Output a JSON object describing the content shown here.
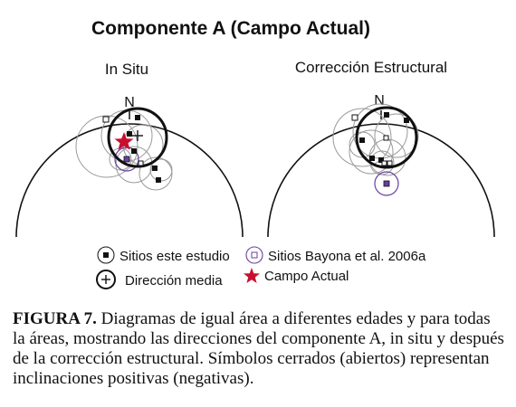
{
  "title": "Componente A (Campo Actual)",
  "panels": [
    {
      "label": "In Situ",
      "north": "N"
    },
    {
      "label": "Corrección Estructural",
      "north": "N"
    }
  ],
  "legend": {
    "sitios_este_estudio": "Sitios este estudio",
    "sitios_bayona": "Sitios Bayona et al. 2006a",
    "direccion_media": "Dirección media",
    "campo_actual": "Campo Actual"
  },
  "caption": {
    "label": "FIGURA 7.",
    "text": "Diagramas de igual área a diferentes edades y para todas la áreas, mostrando las direcciones del componente A, in situ y después de la corrección estructural. Símbolos cerrados (abiertos) representan inclinaciones positivas (negativas)."
  },
  "colors": {
    "bayona": "#6a3fa0",
    "campo_actual": "#c8102e",
    "circles": "#9a9a9a",
    "ink": "#111111"
  }
}
